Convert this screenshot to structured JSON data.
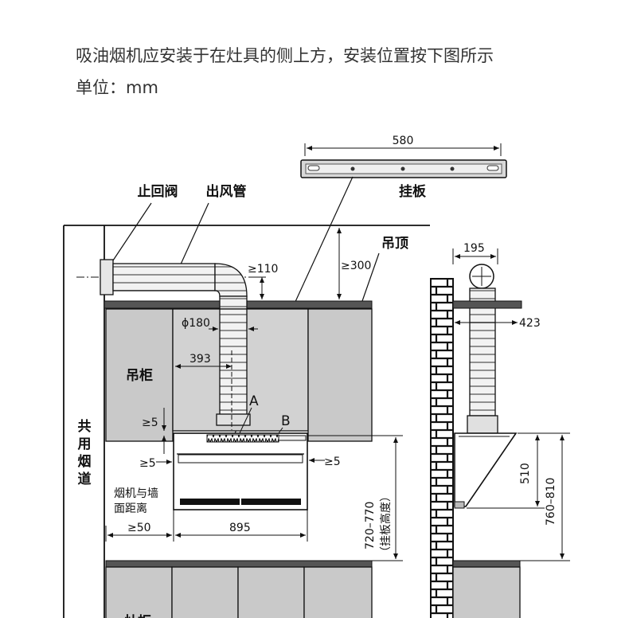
{
  "intro": {
    "line1": "吸油烟机应安装于在灶具的侧上方，安装位置按下图所示",
    "line2": "单位：mm"
  },
  "labels": {
    "check_valve": "止回阀",
    "exhaust_pipe": "出风管",
    "bracket": "挂板",
    "ceiling": "吊顶",
    "wall_cabinet": "吊柜",
    "common_flue": [
      "共",
      "用",
      "烟",
      "道"
    ],
    "hood_wall_distance_1": "烟机与墙",
    "hood_wall_distance_2": "面距离",
    "point_a": "A",
    "point_b": "B",
    "base_cabinet_partial": "灶柜",
    "mount_height_range": "720–770",
    "mount_height_text": "（挂板高度）"
  },
  "dimensions": {
    "bracket_width": "580",
    "ceiling_gap": "≥300",
    "pipe_gap": "≥110",
    "pipe_diameter": "ϕ180",
    "pipe_offset": "393",
    "cabinet_gap_v": "≥5",
    "side_gap_left": "≥5",
    "side_gap_right": "≥5",
    "wall_gap": "≥50",
    "hood_width": "895",
    "side_top_width": "195",
    "side_depth": "423",
    "hood_height": "510",
    "side_height_range": "760–810"
  }
}
